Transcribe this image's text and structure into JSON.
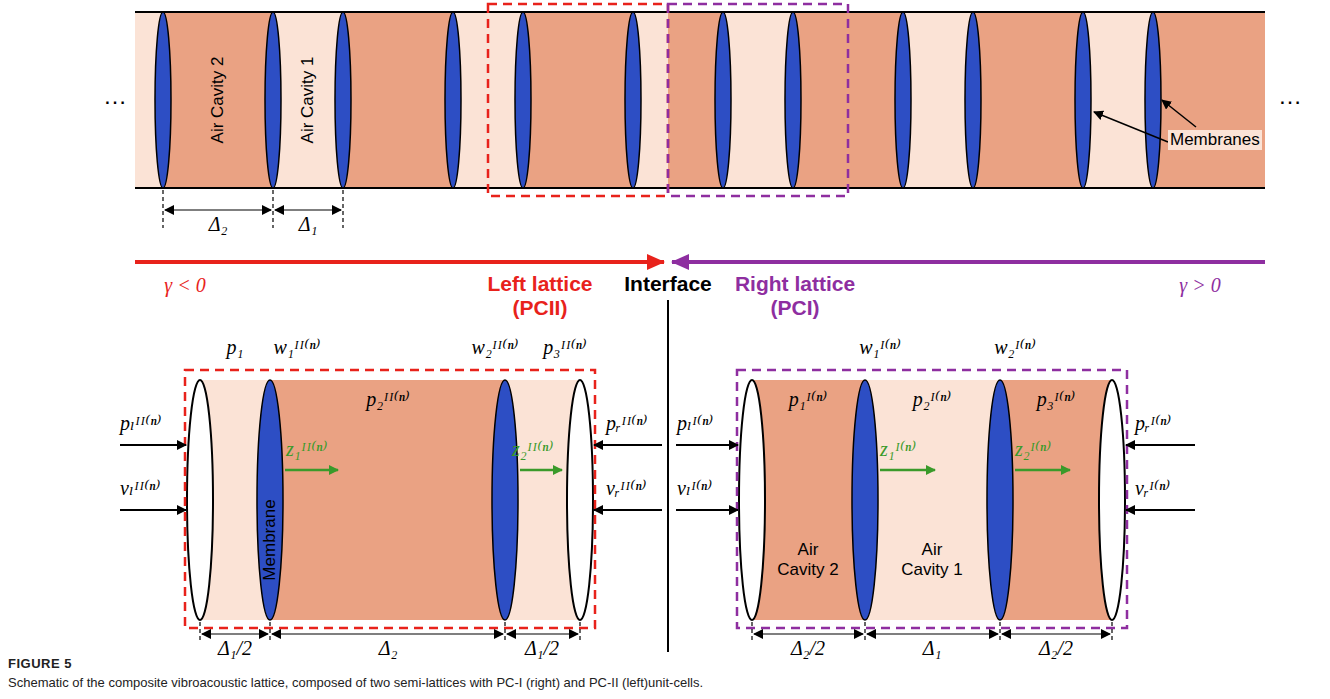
{
  "diagram": {
    "title": "FIGURE 5",
    "caption": "Schematic of the composite vibroacoustic lattice, composed of two semi-lattices with PC-I (right) and PC-II (left)unit-cells.",
    "labels": [
      "…",
      "…",
      "Air Cavity 2",
      "Air Cavity 1",
      "Δ₂",
      "Δ₁",
      "Membranes",
      "γ < 0",
      "Left lattice (PCII)",
      "Interface",
      "Right lattice (PCI)",
      "γ > 0",
      "p₁",
      "w₁ᴵᴵ⁽ⁿ⁾",
      "w₂ᴵᴵ⁽ⁿ⁾",
      "p₃ᴵᴵ⁽ⁿ⁾",
      "pₗᴵᴵ⁽ⁿ⁾",
      "vₗᴵᴵ⁽ⁿ⁾",
      "p₂ᴵᴵ⁽ⁿ⁾",
      "Membrane",
      "z₁ᴵᴵ⁽ⁿ⁾",
      "z₂ᴵᴵ⁽ⁿ⁾",
      "pᵣᴵᴵ⁽ⁿ⁾",
      "vᵣᴵᴵ⁽ⁿ⁾",
      "Δ₁/2",
      "Δ₂",
      "Δ₁/2",
      "w₁ᴵ⁽ⁿ⁾",
      "w₂ᴵ⁽ⁿ⁾",
      "pₗᴵ⁽ⁿ⁾",
      "p₁ᴵ⁽ⁿ⁾",
      "p₂ᴵ⁽ⁿ⁾",
      "p₃ᴵ⁽ⁿ⁾",
      "pᵣᴵ⁽ⁿ⁾",
      "vₗᴵ⁽ⁿ⁾",
      "vᵣᴵ⁽ⁿ⁾",
      "Air Cavity 2",
      "z₁ᴵ⁽ⁿ⁾",
      "Air Cavity 1",
      "z₂ᴵ⁽ⁿ⁾",
      "Δ₂/2",
      "Δ₁",
      "Δ₂/2"
    ]
  }
}
